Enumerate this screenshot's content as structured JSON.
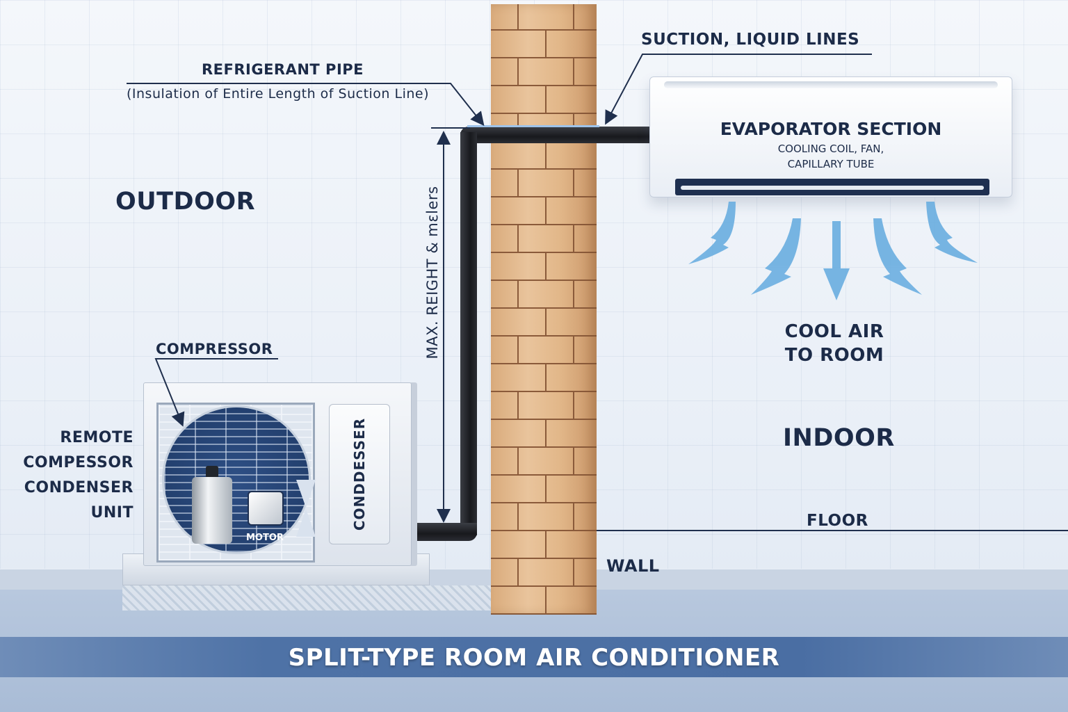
{
  "title": "SPLIT-TYPE ROOM AIR CONDITIONER",
  "zones": {
    "outdoor": "OUTDOOR",
    "indoor": "INDOOR"
  },
  "labels": {
    "refrigerant_pipe": "REFRIGERANT PIPE",
    "refrigerant_pipe_note": "(Insulation of Entire Length of Suction Line)",
    "suction_liquid_lines": "SUCTION, LIQUID LINES",
    "max_height": "MAX. REIGHT & mεlers",
    "compressor": "COMPRESSOR",
    "remote_unit": [
      "REMOTE",
      "COMPESSOR",
      "CONDENSER",
      "UNIT"
    ],
    "motor": "MOTOR",
    "condenser_panel": "CONDDESSER",
    "cool_air": [
      "COOL AIR",
      "TO ROOM"
    ],
    "floor": "FLOOR",
    "wall": "WALL"
  },
  "indoor_unit": {
    "title": "EVAPORATOR SECTION",
    "sub1": "COOLING COIL, FAN,",
    "sub2": "CAPILLARY TUBE"
  },
  "colors": {
    "text": "#1c2b48",
    "airflow": "#6aaee0",
    "banner": "#4a6ea3",
    "brick": "#e2b789",
    "pipe": "#1c1d21"
  }
}
